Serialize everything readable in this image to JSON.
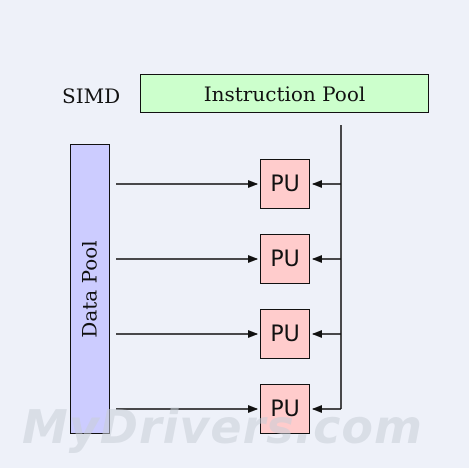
{
  "diagram": {
    "model_label": "SIMD",
    "instruction_pool_label": "Instruction Pool",
    "data_pool_label": "Data Pool",
    "processing_units": [
      "PU",
      "PU",
      "PU",
      "PU"
    ]
  },
  "colors": {
    "background": "#eef1f9",
    "instruction_pool_fill": "#ccffcc",
    "data_pool_fill": "#ccccff",
    "pu_fill": "#ffcccc",
    "line": "#111111"
  },
  "watermark": "MyDrivers.com"
}
